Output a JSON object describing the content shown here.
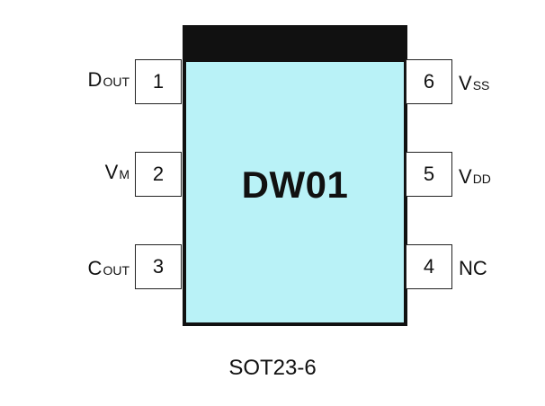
{
  "chip": {
    "name": "DW01",
    "package": "SOT23-6"
  },
  "pins": {
    "p1": {
      "number": "1",
      "signal_main": "D",
      "signal_sub": "OUT"
    },
    "p2": {
      "number": "2",
      "signal_main": "V",
      "signal_sub": "M"
    },
    "p3": {
      "number": "3",
      "signal_main": "C",
      "signal_sub": "OUT"
    },
    "p4": {
      "number": "4",
      "signal_main": "NC",
      "signal_sub": ""
    },
    "p5": {
      "number": "5",
      "signal_main": "V",
      "signal_sub": "DD"
    },
    "p6": {
      "number": "6",
      "signal_main": "V",
      "signal_sub": "SS"
    }
  },
  "colors": {
    "body": "#b9f2f7",
    "band": "#111111",
    "outline": "#111111"
  }
}
